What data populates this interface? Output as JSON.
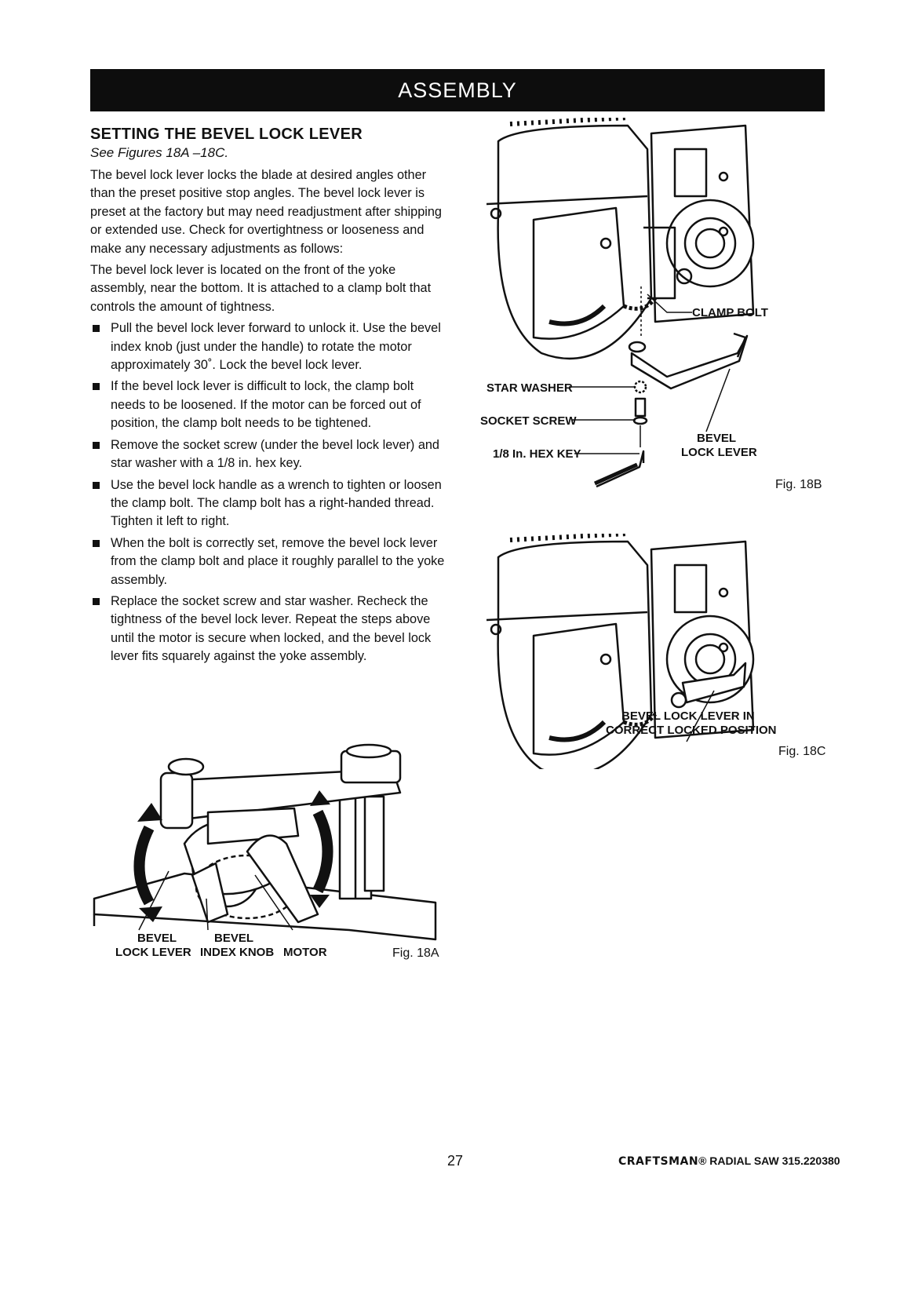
{
  "header": {
    "title": "ASSEMBLY"
  },
  "section": {
    "title": "SETTING THE BEVEL LOCK LEVER",
    "see_figures": "See Figures 18A –18C.",
    "paragraphs": [
      "The bevel lock lever locks the blade at desired angles other than the preset positive stop angles. The bevel lock lever is preset at the factory but may need readjustment after shipping or extended use. Check for overtightness or looseness and make any necessary adjustments as follows:",
      "The bevel lock lever is located on the front of the yoke assembly, near the bottom. It is attached to a clamp bolt that controls the amount of tightness."
    ],
    "bullets": [
      "Pull the bevel lock lever forward to unlock it. Use the bevel index knob (just under the handle) to rotate the motor approximately 30˚. Lock the bevel lock lever.",
      "If the bevel lock lever is difficult to lock, the clamp bolt needs to be loosened. If the motor can be forced out of position, the clamp bolt needs to be tightened.",
      "Remove the socket screw (under the bevel lock lever) and star washer with a 1/8 in. hex key.",
      "Use the bevel lock handle as a wrench to tighten or loosen the clamp bolt. The clamp bolt has a right-handed thread. Tighten it left to right.",
      "When the bolt is correctly set, remove the bevel lock lever from the clamp bolt and place it roughly parallel to the yoke assembly.",
      "Replace the socket screw and star washer. Recheck the tightness of the bevel lock lever. Repeat the steps above until the motor is secure when locked, and the bevel lock lever fits squarely against the yoke assembly."
    ]
  },
  "fig18a": {
    "caption": "Fig. 18A",
    "labels": {
      "bevel_lock_lever_1": "BEVEL",
      "bevel_lock_lever_2": "LOCK LEVER",
      "bevel_index_knob_1": "BEVEL",
      "bevel_index_knob_2": "INDEX KNOB",
      "motor": "MOTOR"
    }
  },
  "fig18b": {
    "caption": "Fig. 18B",
    "labels": {
      "clamp_bolt": "CLAMP BOLT",
      "star_washer": "STAR WASHER",
      "socket_screw": "SOCKET SCREW",
      "hex_key": "1/8 In. HEX KEY",
      "bevel_lock_lever_1": "BEVEL",
      "bevel_lock_lever_2": "LOCK LEVER"
    }
  },
  "fig18c": {
    "caption": "Fig. 18C",
    "labels": {
      "locked_1": "BEVEL LOCK LEVER IN",
      "locked_2": "CORRECT LOCKED POSITION"
    }
  },
  "footer": {
    "page_number": "27",
    "brand": "CRAFTSMAN",
    "product": "RADIAL SAW 315.220380"
  }
}
